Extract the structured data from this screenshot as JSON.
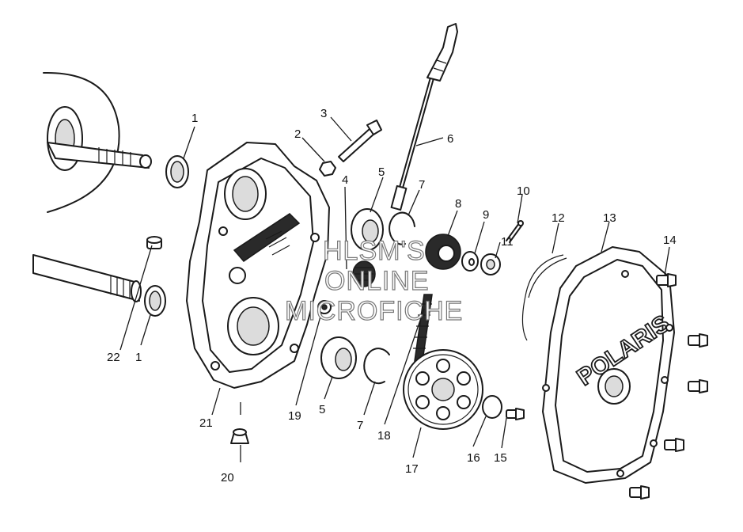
{
  "callouts": [
    {
      "id": "c1a",
      "text": "1"
    },
    {
      "id": "c1b",
      "text": "1"
    },
    {
      "id": "c2",
      "text": "2"
    },
    {
      "id": "c3",
      "text": "3"
    },
    {
      "id": "c4",
      "text": "4"
    },
    {
      "id": "c5a",
      "text": "5"
    },
    {
      "id": "c5b",
      "text": "5"
    },
    {
      "id": "c6",
      "text": "6"
    },
    {
      "id": "c7a",
      "text": "7"
    },
    {
      "id": "c7b",
      "text": "7"
    },
    {
      "id": "c8",
      "text": "8"
    },
    {
      "id": "c9",
      "text": "9"
    },
    {
      "id": "c10",
      "text": "10"
    },
    {
      "id": "c11",
      "text": "11"
    },
    {
      "id": "c12",
      "text": "12"
    },
    {
      "id": "c13",
      "text": "13"
    },
    {
      "id": "c14",
      "text": "14"
    },
    {
      "id": "c15",
      "text": "15"
    },
    {
      "id": "c16",
      "text": "16"
    },
    {
      "id": "c17",
      "text": "17"
    },
    {
      "id": "c18",
      "text": "18"
    },
    {
      "id": "c19",
      "text": "19"
    },
    {
      "id": "c20",
      "text": "20"
    },
    {
      "id": "c21",
      "text": "21"
    },
    {
      "id": "c22",
      "text": "22"
    }
  ],
  "watermark": {
    "line1": "HLSM'S",
    "line2": "ONLINE",
    "line3": "MICROFICHE"
  },
  "cover_logo": "POLARIS"
}
